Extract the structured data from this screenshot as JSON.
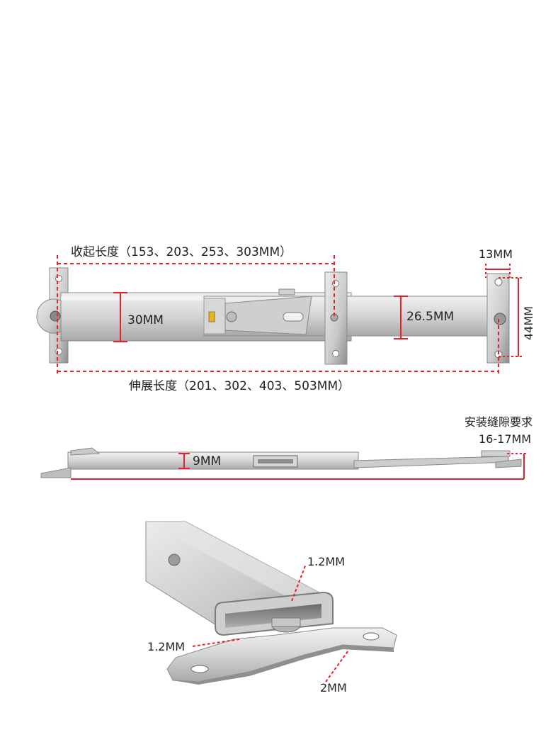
{
  "colors": {
    "dimension_line": "#e8202a",
    "steel_light": "#e2e2e2",
    "steel_dark": "#9a9a9a",
    "text": "#222222"
  },
  "top_view": {
    "retracted_length": "收起长度（153、203、253、303MM）",
    "extended_length": "伸展长度（201、302、403、503MM）",
    "width_left": "30MM",
    "width_right": "26.5MM",
    "hole_spacing": "13MM",
    "bracket_height": "44MM"
  },
  "side_view": {
    "thickness": "9MM",
    "gap_title": "安装缝隙要求",
    "gap_value": "16-17MM"
  },
  "detail_view": {
    "wall_top": "1.2MM",
    "wall_left": "1.2MM",
    "bracket_thickness": "2MM"
  }
}
